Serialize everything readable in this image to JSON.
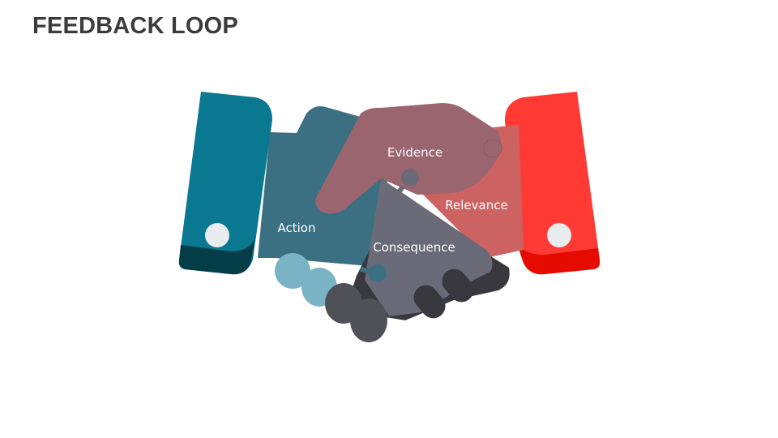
{
  "title": "FEEDBACK LOOP",
  "labels": {
    "evidence": "Evidence",
    "relevance": "Relevance",
    "action": "Action",
    "consequence": "Consequence"
  },
  "colors": {
    "left_cuff": "#0a7890",
    "left_cuff_band": "#033d48",
    "action": "#3a7082",
    "action_fingers": "#7ab3c5",
    "evidence": "#9b6570",
    "relevance": "#cd6262",
    "consequence": "#6a6a78",
    "consequence_fingers": "#505058",
    "right_cuff": "#ff3a34",
    "right_cuff_band": "#e50b00"
  }
}
